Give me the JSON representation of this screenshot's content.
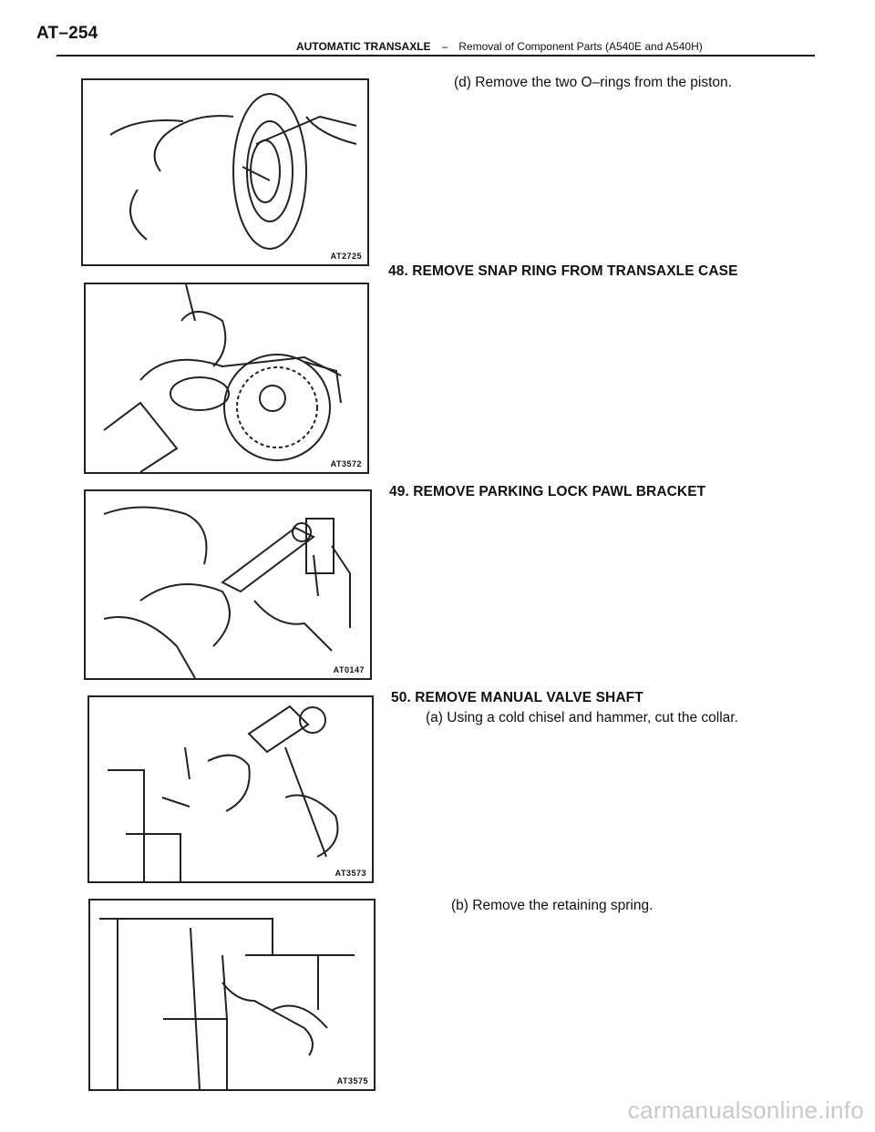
{
  "header": {
    "page_number": "AT–254",
    "section": "AUTOMATIC TRANSAXLE",
    "separator": "–",
    "subtitle": "Removal of Component Parts (A540E and A540H)"
  },
  "figures": [
    {
      "code": "AT2725",
      "icon": "piston-oring-illustration"
    },
    {
      "code": "AT3572",
      "icon": "snap-ring-illustration"
    },
    {
      "code": "AT0147",
      "icon": "parking-lock-pawl-illustration"
    },
    {
      "code": "AT3573",
      "icon": "chisel-hammer-illustration"
    },
    {
      "code": "AT3575",
      "icon": "retaining-spring-illustration"
    }
  ],
  "steps": {
    "s47d": "(d) Remove the two O–rings from the piston.",
    "s48": "48. REMOVE SNAP RING FROM TRANSAXLE CASE",
    "s49": "49. REMOVE PARKING LOCK PAWL BRACKET",
    "s50": "50. REMOVE MANUAL VALVE SHAFT",
    "s50a": "(a) Using a cold chisel and hammer, cut the collar.",
    "s50b": "(b) Remove the retaining spring."
  },
  "watermark": "carmanualsonline.info"
}
